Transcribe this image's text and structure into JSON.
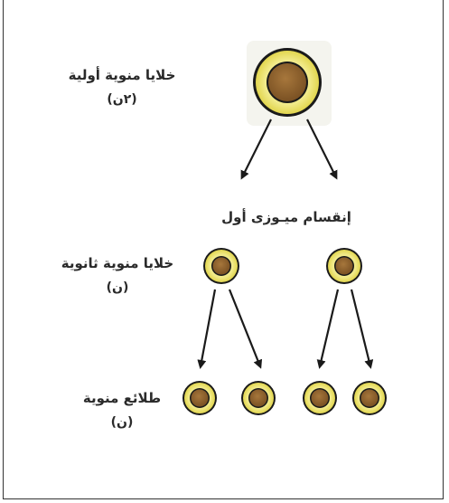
{
  "labels": {
    "primary": {
      "name": "خلايا منوية أولية",
      "ploidy": "(٢ن)"
    },
    "meiosis": "إنقسام ميـوزى أول",
    "secondary": {
      "name": "خلايا منوية ثانوية",
      "ploidy": "(ن)"
    },
    "spermatids": {
      "name": "طلائع منوية",
      "ploidy": "(ن)"
    }
  },
  "colors": {
    "ring": "#e6dc5e",
    "ring_light": "#f1ea8a",
    "nucleus": "#8a5f2c",
    "outline": "#1a1a1a",
    "arrow": "#1a1a1a",
    "halo": "#f2f2ea"
  }
}
